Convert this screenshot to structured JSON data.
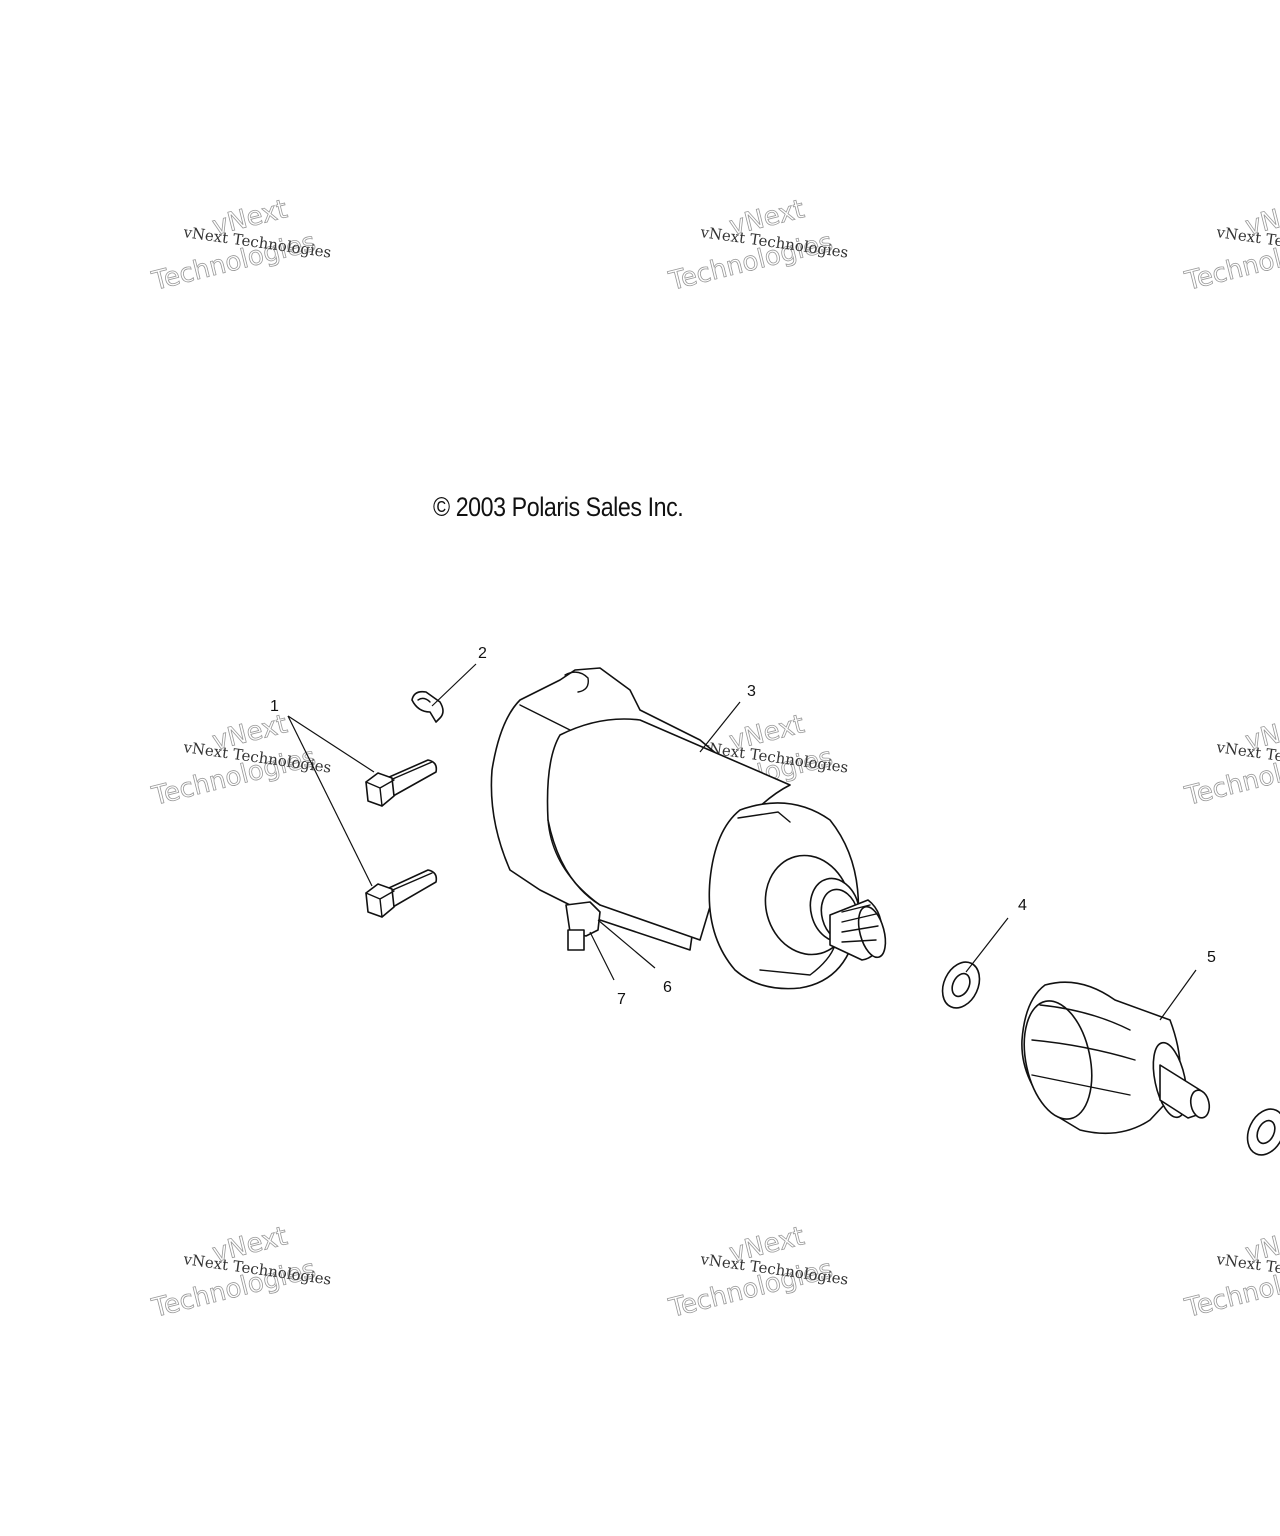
{
  "copyright": "© 2003 Polaris Sales Inc.",
  "callouts": [
    {
      "id": "1",
      "label": "1"
    },
    {
      "id": "2",
      "label": "2"
    },
    {
      "id": "3",
      "label": "3"
    },
    {
      "id": "4",
      "label": "4"
    },
    {
      "id": "5",
      "label": "5"
    },
    {
      "id": "6",
      "label": "6"
    },
    {
      "id": "7",
      "label": "7"
    }
  ],
  "watermark": {
    "line1": "vNext Technologies",
    "line2": "vNext",
    "line3": "Technologies"
  }
}
